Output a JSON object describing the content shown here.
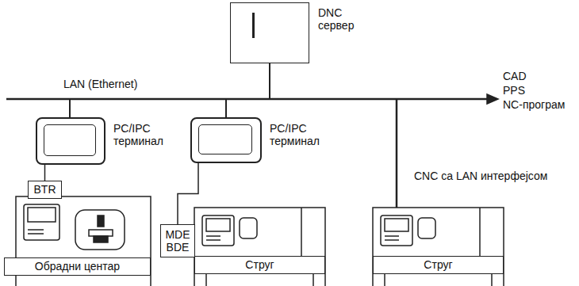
{
  "diagram": {
    "nodes": [
      {
        "text": [
          "DNC сервер"
        ]
      },
      {
        "text": [
          "PC/IPC терминал"
        ]
      },
      {
        "text": [
          "BTR"
        ]
      },
      {
        "text": [
          "Обрадни центар"
        ]
      },
      {
        "text": [
          "PC/IPC терминал"
        ]
      },
      {
        "text": [
          "MDE BDE"
        ]
      },
      {
        "text": [
          "Струг"
        ]
      },
      {
        "text": [
          "Струг"
        ]
      }
    ],
    "edges": [
      {
        "from": 1,
        "to": 2,
        "arrow": "none"
      },
      {
        "from": 4,
        "to": 5,
        "arrow": "none"
      }
    ],
    "labels": [
      "LAN (Ethernet)",
      "CAD",
      "PPS",
      "NC-програм",
      "CNC са LAN интерфејсом"
    ]
  }
}
